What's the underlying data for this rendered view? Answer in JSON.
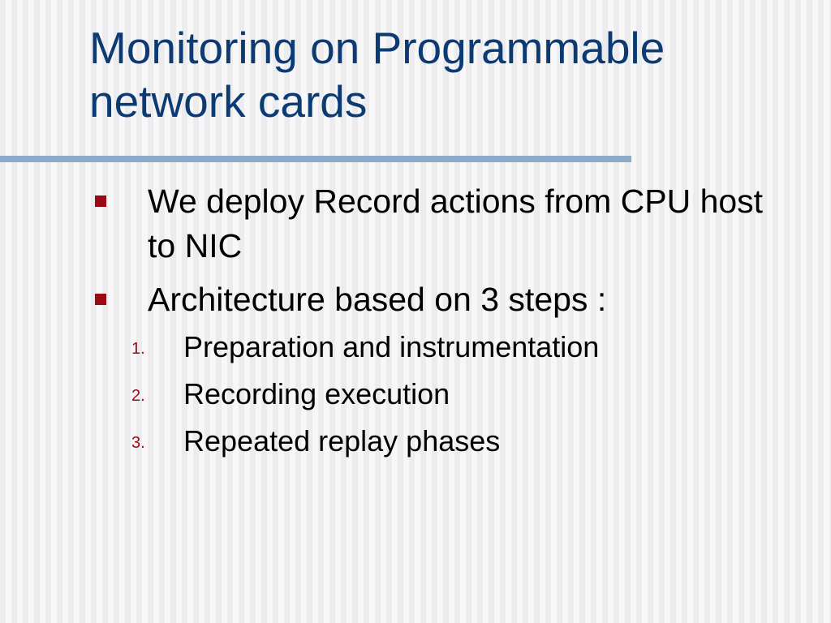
{
  "slide": {
    "title": "Monitoring on Programmable network cards",
    "bullets": [
      {
        "text": "We deploy Record actions from CPU host to NIC"
      },
      {
        "text": "Architecture based on 3 steps :"
      }
    ],
    "steps": [
      {
        "number": "1.",
        "text": "Preparation and instrumentation"
      },
      {
        "number": "2.",
        "text": "Recording execution"
      },
      {
        "number": "3.",
        "text": "Repeated replay phases"
      }
    ]
  },
  "colors": {
    "title": "#0c3a73",
    "rule": "#8eaac9",
    "bullet_accent": "#9b0a14",
    "body_text": "#000000"
  }
}
